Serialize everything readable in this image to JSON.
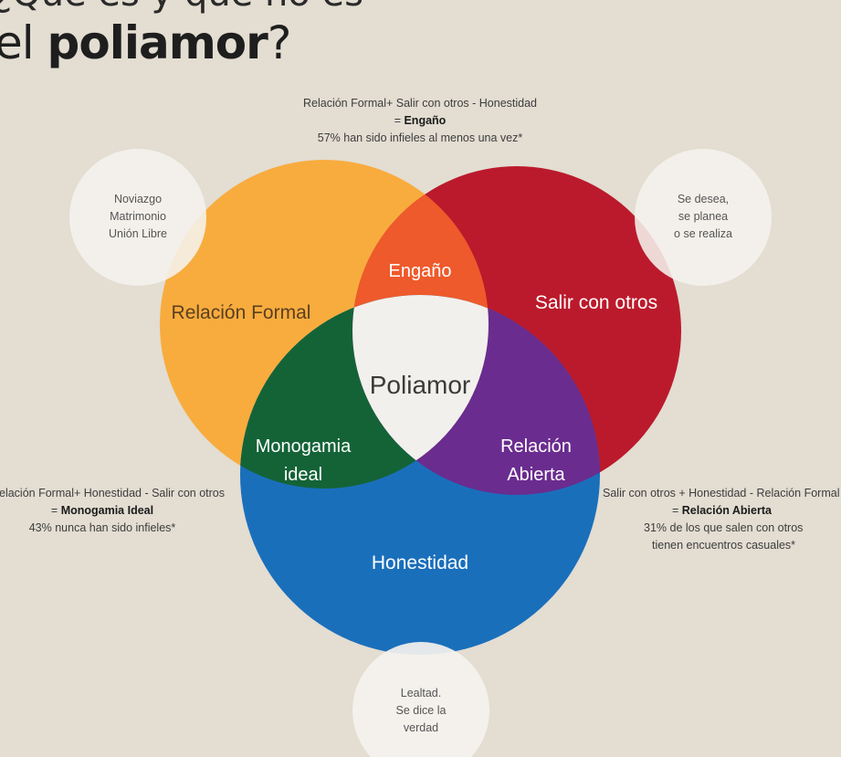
{
  "header": {
    "top_line": "¿Qué es y qué no es",
    "prefix": "el ",
    "keyword": "poliamor",
    "suffix": "?"
  },
  "regions": {
    "formal": "Relación Formal",
    "salir": "Salir con otros",
    "honestidad": "Honestidad",
    "engano": "Engaño",
    "monogamia": [
      "Monogamia",
      "ideal"
    ],
    "abierta": [
      "Relación",
      "Abierta"
    ],
    "poliamor": "Poliamor"
  },
  "bubbles": {
    "formal": [
      "Noviazgo",
      "Matrimonio",
      "Unión Libre"
    ],
    "salir": [
      "Se desea,",
      "se planea",
      "o se realiza"
    ],
    "honestidad": [
      "Lealtad.",
      "Se dice la",
      "verdad"
    ]
  },
  "notes": {
    "engano": {
      "formula": "Relación Formal+ Salir con otros - Honestidad",
      "eq": "= ",
      "result": "Engaño",
      "stat": "57% han sido infieles al menos una vez*"
    },
    "monogamia": {
      "formula": "Relación Formal+ Honestidad - Salir con otros",
      "eq": "= ",
      "result": "Monogamia Ideal",
      "stat": "43% nunca han sido infieles*"
    },
    "abierta": {
      "formula": "Salir con otros + Honestidad - Relación Formal",
      "eq": "= ",
      "result": "Relación Abierta",
      "stat1": "31% de los que salen con otros",
      "stat2": "tienen encuentros casuales*"
    }
  },
  "colors": {
    "background": "#e3ddd2",
    "formal": "#f8ac3e",
    "salir": "#bb1a2c",
    "honestidad": "#1a6fbb",
    "engano": "#ee5a2b",
    "monogamia": "#146337",
    "abierta": "#6a2c8f",
    "poliamor": "#f2f0ec",
    "bubble": "#f5f2ee"
  }
}
